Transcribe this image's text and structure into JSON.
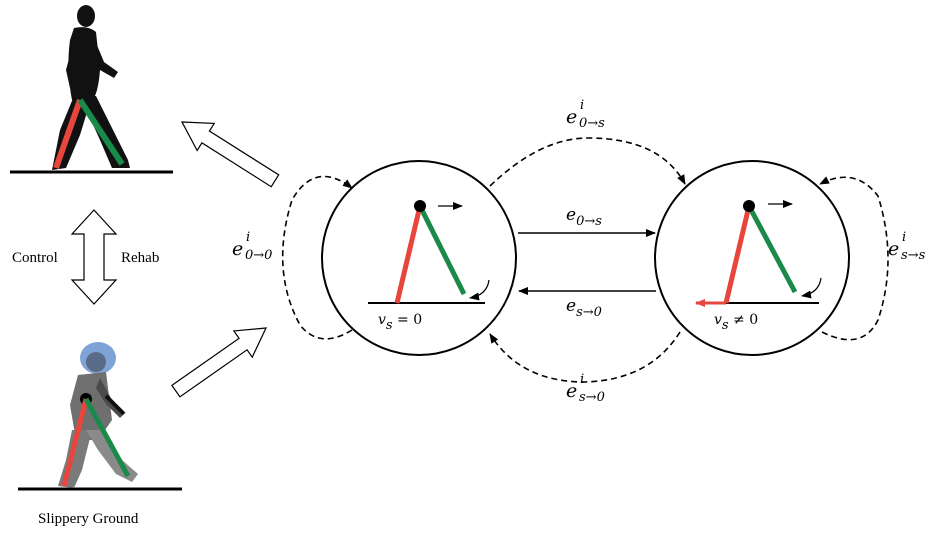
{
  "labels": {
    "control": "Control",
    "rehab": "Rehab",
    "slippery_ground": "Slippery Ground",
    "vs_zero": "v",
    "vs_zero_sub": "s",
    "vs_zero_rel": " = 0",
    "vs_nonzero": "v",
    "vs_nonzero_sub": "s",
    "vs_nonzero_rel": " ≠ 0"
  },
  "edges": {
    "e00_main": "e",
    "e00_sup": "i",
    "e00_sub": "0→0",
    "e0s_main": "e",
    "e0s_sup": "i",
    "e0s_sub": "0→s",
    "e0s_plain_main": "e",
    "e0s_plain_sub": "0→s",
    "es0_plain_main": "e",
    "es0_plain_sub": "s→0",
    "es0_main": "e",
    "es0_sup": "i",
    "es0_sub": "s→0",
    "ess_main": "e",
    "ess_sup": "i",
    "ess_sub": "s→s"
  },
  "colors": {
    "stance_leg": "#e8453c",
    "swing_leg": "#1a8a4a",
    "line": "#000000",
    "exo_blue": "#7fa3d6",
    "exo_gray": "#6f6f6f"
  }
}
